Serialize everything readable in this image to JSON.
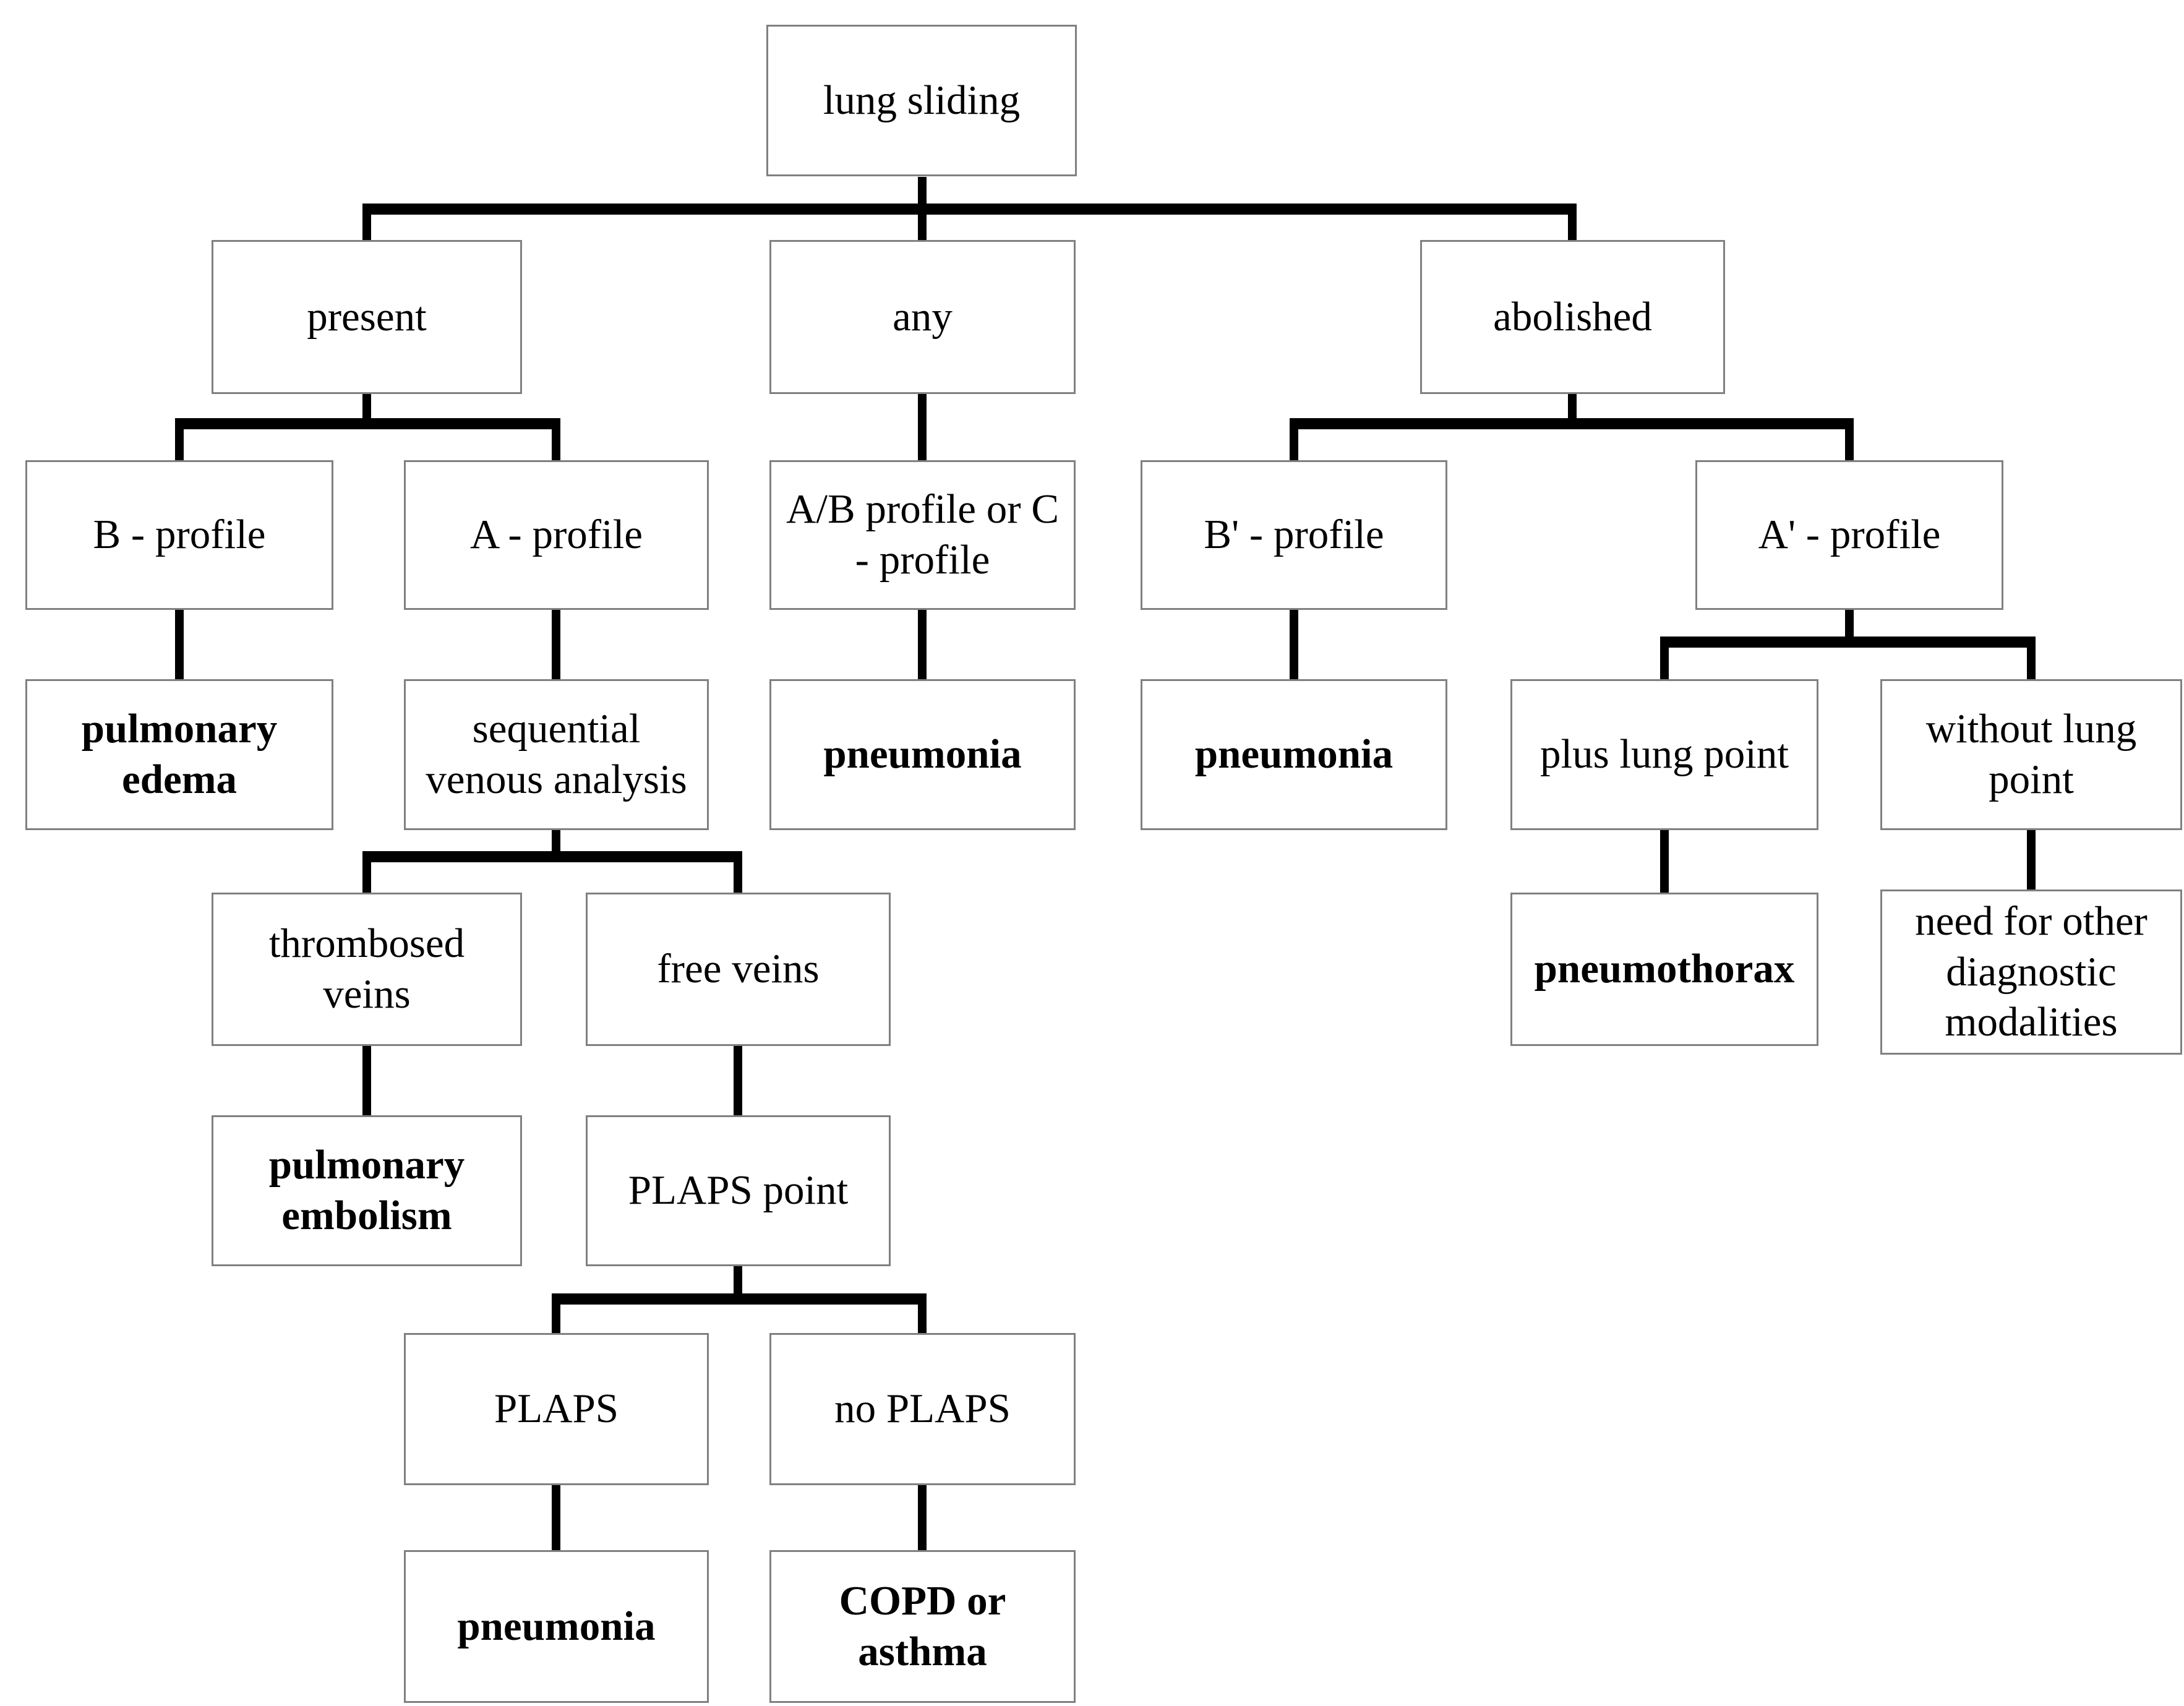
{
  "diagram": {
    "type": "flowchart",
    "nodes": {
      "lung_sliding": "lung sliding",
      "present": "present",
      "any": "any",
      "abolished": "abolished",
      "b_profile": "B - profile",
      "a_profile": "A - profile",
      "ab_or_c_profile": "A/B profile or C\n- profile",
      "b_prime_profile": "B' - profile",
      "a_prime_profile": "A' - profile",
      "pulmonary_edema": "pulmonary\nedema",
      "sequential_venous_analysis": "sequential\nvenous analysis",
      "pneumonia_ab_c": "pneumonia",
      "pneumonia_b_prime": "pneumonia",
      "plus_lung_point": "plus lung point",
      "without_lung_point": "without lung\npoint",
      "thrombosed_veins": "thrombosed\nveins",
      "free_veins": "free veins",
      "pneumothorax": "pneumothorax",
      "need_other_modalities": "need for other\ndiagnostic\nmodalities",
      "pulmonary_embolism": "pulmonary\nembolism",
      "plaps_point": "PLAPS point",
      "plaps": "PLAPS",
      "no_plaps": "no PLAPS",
      "pneumonia_plaps": "pneumonia",
      "copd_or_asthma": "COPD or\nasthma"
    },
    "edges": [
      {
        "from": "lung_sliding",
        "to": [
          "present",
          "any",
          "abolished"
        ]
      },
      {
        "from": "present",
        "to": [
          "b_profile",
          "a_profile"
        ]
      },
      {
        "from": "any",
        "to": [
          "ab_or_c_profile"
        ]
      },
      {
        "from": "abolished",
        "to": [
          "b_prime_profile",
          "a_prime_profile"
        ]
      },
      {
        "from": "b_profile",
        "to": [
          "pulmonary_edema"
        ]
      },
      {
        "from": "a_profile",
        "to": [
          "sequential_venous_analysis"
        ]
      },
      {
        "from": "ab_or_c_profile",
        "to": [
          "pneumonia_ab_c"
        ]
      },
      {
        "from": "b_prime_profile",
        "to": [
          "pneumonia_b_prime"
        ]
      },
      {
        "from": "a_prime_profile",
        "to": [
          "plus_lung_point",
          "without_lung_point"
        ]
      },
      {
        "from": "sequential_venous_analysis",
        "to": [
          "thrombosed_veins",
          "free_veins"
        ]
      },
      {
        "from": "plus_lung_point",
        "to": [
          "pneumothorax"
        ]
      },
      {
        "from": "without_lung_point",
        "to": [
          "need_other_modalities"
        ]
      },
      {
        "from": "thrombosed_veins",
        "to": [
          "pulmonary_embolism"
        ]
      },
      {
        "from": "free_veins",
        "to": [
          "plaps_point"
        ]
      },
      {
        "from": "plaps_point",
        "to": [
          "plaps",
          "no_plaps"
        ]
      },
      {
        "from": "plaps",
        "to": [
          "pneumonia_plaps"
        ]
      },
      {
        "from": "no_plaps",
        "to": [
          "copd_or_asthma"
        ]
      }
    ],
    "colors": {
      "box_border": "#808080",
      "box_fill": "#ffffff",
      "connector": "#000000",
      "text": "#000000"
    }
  }
}
